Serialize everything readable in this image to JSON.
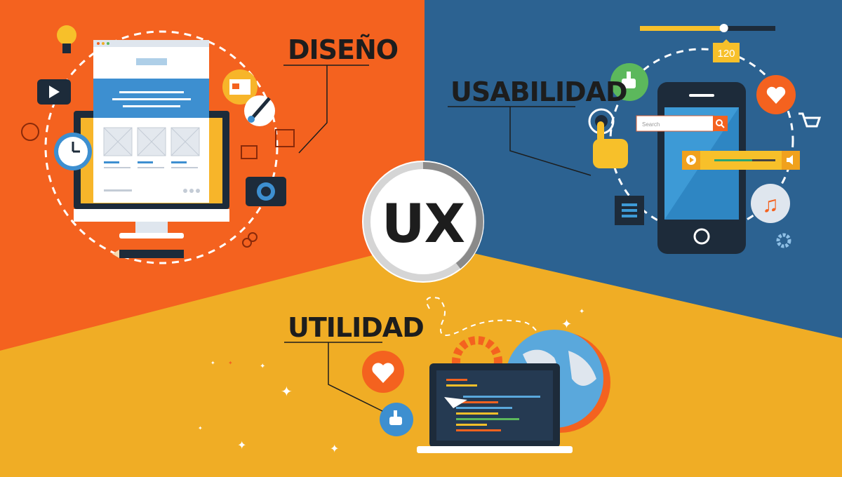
{
  "colors": {
    "orange": "#f4621f",
    "blue": "#2c6291",
    "yellow": "#f0ad25",
    "dark": "#1d2b3a"
  },
  "center": {
    "label": "UX"
  },
  "sections": {
    "design": {
      "label": "DISEÑO"
    },
    "usability": {
      "label": "USABILIDAD"
    },
    "utility": {
      "label": "UTILIDAD"
    }
  },
  "usability_widgets": {
    "slider_value": "120",
    "slider_fraction": 0.62,
    "search_placeholder": "Search",
    "player_progress": 0.62
  },
  "icons": [
    "lightbulb-icon",
    "play-icon",
    "clock-icon",
    "globe-icon",
    "paintbrush-icon",
    "camera-icon",
    "link-icon",
    "pencil-icon",
    "thumbs-up-icon",
    "heart-icon",
    "cart-icon",
    "hand-pointer-icon",
    "list-icon",
    "music-note-icon",
    "gear-icon",
    "search-icon",
    "volume-icon",
    "sparkle-icon",
    "paper-plane-icon"
  ]
}
